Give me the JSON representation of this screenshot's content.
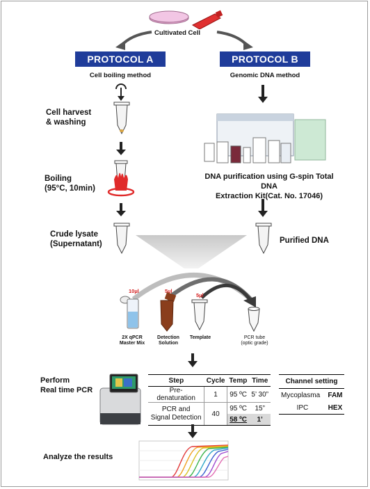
{
  "source": {
    "label": "Cultivated Cell"
  },
  "protocol_a": {
    "title": "PROTOCOL A",
    "method": "Cell boiling method",
    "steps": [
      {
        "label": "Cell harvest\n& washing"
      },
      {
        "label": "Boiling\n(95°C, 10min)"
      },
      {
        "label": "Crude lysate\n(Supernatant)"
      }
    ]
  },
  "protocol_b": {
    "title": "PROTOCOL B",
    "method": "Genomic DNA method",
    "purification": "DNA purification using G-spin Total DNA\nExtraction Kit(Cat. No. 17046)",
    "result": "Purified DNA"
  },
  "reagents": [
    {
      "volume": "10µl",
      "label": "2X qPCR\nMaster Mix"
    },
    {
      "volume": "5µl",
      "label": "Detection\nSolution"
    },
    {
      "volume": "5µl",
      "label": "Template"
    },
    {
      "volume": "",
      "label": "PCR tube\n(optic grade)"
    }
  ],
  "pcr": {
    "label": "Perform\nReal time PCR",
    "table": {
      "headers": [
        "Step",
        "Cycle",
        "Temp",
        "Time"
      ],
      "rows": [
        {
          "step": "Pre-denaturation",
          "cycle": "1",
          "temp": "95 ºC",
          "time": "5’ 30”"
        },
        {
          "step": "PCR and\nSignal Detection",
          "cycle": "40",
          "temp": "95 ºC",
          "time": "15”"
        },
        {
          "step": "",
          "cycle": "",
          "temp": "58 ºC",
          "time": "1’"
        }
      ]
    },
    "channel": {
      "header": "Channel setting",
      "rows": [
        {
          "target": "Mycoplasma",
          "channel": "FAM"
        },
        {
          "target": "IPC",
          "channel": "HEX"
        }
      ]
    }
  },
  "analyze": {
    "label": "Analyze the results"
  },
  "colors": {
    "protocol_bar": "#1f3c9a",
    "volume_text": "#d42020",
    "highlight_cell": "#d9d9d9"
  }
}
